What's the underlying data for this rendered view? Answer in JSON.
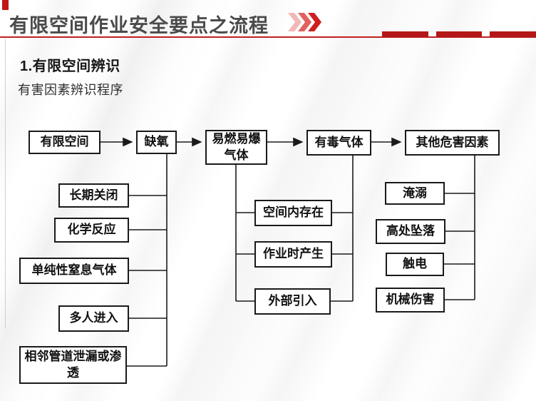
{
  "header": {
    "title": "有限空间作业安全要点之流程",
    "decor": {
      "chevron_icon": "triple-chevron-right",
      "dash_count": 3
    }
  },
  "section": {
    "heading": "1.有限空间辨识",
    "subheading": "有害因素辨识程序"
  },
  "colors": {
    "accent_red": "#c01818",
    "rule_red": "#c02020",
    "dash_red": "#b41717",
    "chevron_light": "#f2b8b8",
    "chevron_mid": "#e26060",
    "chevron_dark": "#cf1f1f",
    "title_gray": "#4b4b4b",
    "box_border": "#1a1a1a"
  },
  "diagram": {
    "top_row": [
      "有限空间",
      "缺氧",
      "易燃易爆气体",
      "有毒气体",
      "其他危害因素"
    ],
    "oxygen_causes": [
      "长期关闭",
      "化学反应",
      "单纯性窒息气体",
      "多人进入",
      "相邻管道泄漏或渗透"
    ],
    "gas_sources": [
      "空间内存在",
      "作业时产生",
      "外部引入"
    ],
    "other_hazards": [
      "淹溺",
      "高处坠落",
      "触电",
      "机械伤害"
    ]
  }
}
